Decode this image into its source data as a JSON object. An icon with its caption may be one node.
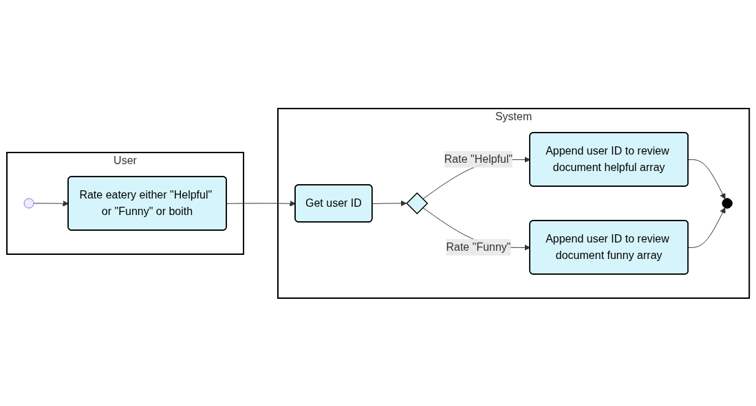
{
  "diagram": {
    "nodes": [
      {
        "text": [
          "User"
        ]
      },
      {
        "text": [
          "System"
        ]
      },
      {
        "text": [],
        "shape": "circle",
        "in": 0
      },
      {
        "text": [
          "Rate eatery either \"Helpful\" or \"Funny\" or boith"
        ],
        "in": 0
      },
      {
        "text": [
          "Get user ID"
        ],
        "in": 1
      },
      {
        "text": [],
        "shape": "diamond",
        "in": 1
      },
      {
        "text": [
          "Append user ID to review document helpful array"
        ],
        "in": 1
      },
      {
        "text": [
          "Append user ID to review document funny array"
        ],
        "in": 1
      },
      {
        "text": [],
        "shape": "circle",
        "in": 1
      }
    ],
    "edges": [
      {
        "from": 2,
        "to": 3,
        "arrow": "to"
      },
      {
        "from": 3,
        "to": 4,
        "arrow": "to"
      },
      {
        "from": 4,
        "to": 5,
        "arrow": "to"
      },
      {
        "from": 5,
        "to": 6,
        "arrow": "to",
        "label": "Rate \"Helpful\""
      },
      {
        "from": 5,
        "to": 7,
        "arrow": "to",
        "label": "Rate \"Funny\""
      },
      {
        "from": 6,
        "to": 8,
        "arrow": "to"
      },
      {
        "from": 7,
        "to": 8,
        "arrow": "to"
      }
    ]
  }
}
